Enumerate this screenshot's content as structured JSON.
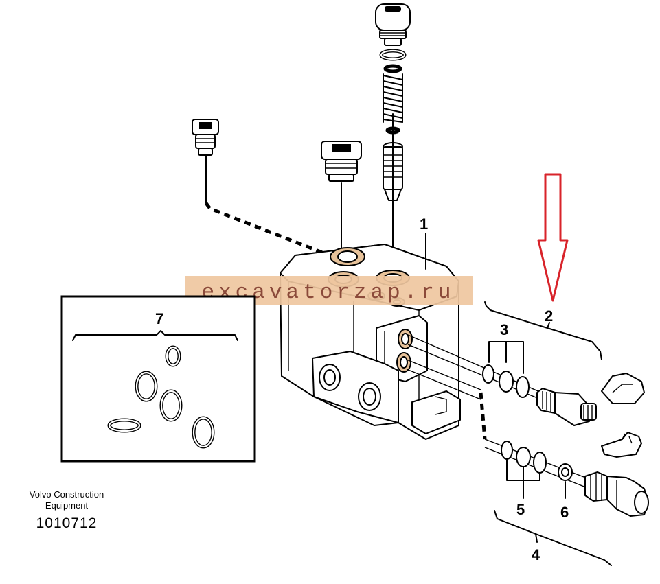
{
  "callouts": {
    "c1": "1",
    "c2": "2",
    "c3": "3",
    "c4": "4",
    "c5": "5",
    "c6": "6",
    "c7": "7"
  },
  "caption": {
    "line1": "Volvo Construction",
    "line2": "Equipment",
    "catalog_number": "1010712"
  },
  "watermark": {
    "text": "excavatorzap.ru",
    "text_color": "#8b4a3a",
    "band_color": "#efc79f"
  },
  "colors": {
    "arrow": "#d8232a",
    "port_highlight": "#e7c29a",
    "line": "#000000"
  }
}
